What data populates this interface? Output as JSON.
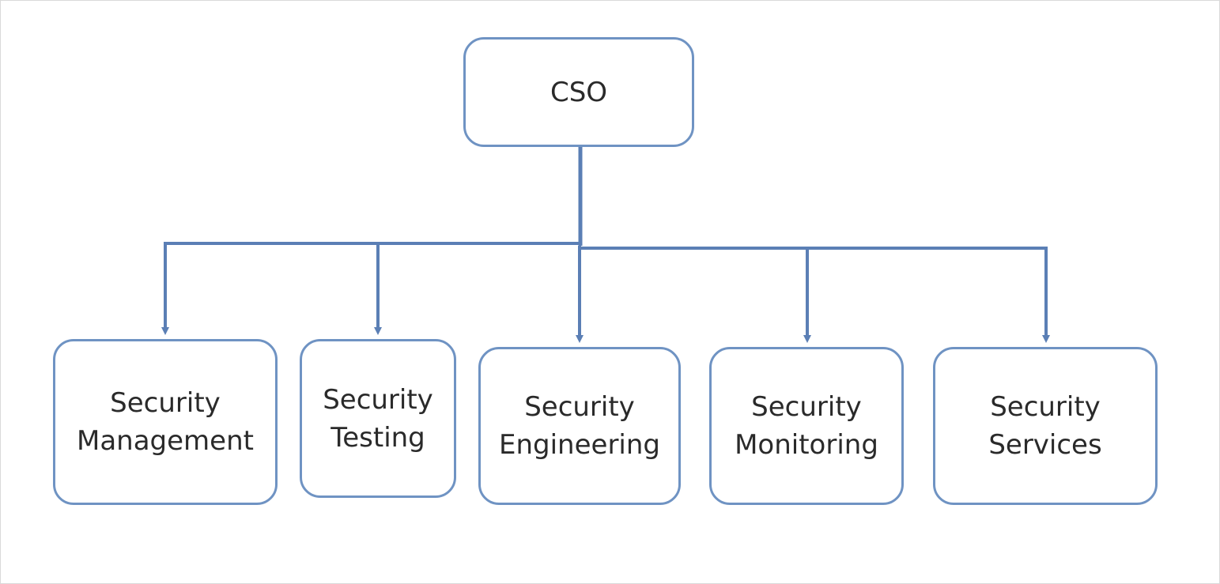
{
  "diagram": {
    "colors": {
      "line": "#5b7fb5",
      "box_border": "#6f93c3",
      "text": "#2a2a2a",
      "background": "#ffffff"
    },
    "root": {
      "label": "CSO"
    },
    "children": [
      {
        "label": "Security\nManagement"
      },
      {
        "label": "Security\nTesting"
      },
      {
        "label": "Security\nEngineering"
      },
      {
        "label": "Security\nMonitoring"
      },
      {
        "label": "Security\nServices"
      }
    ]
  }
}
